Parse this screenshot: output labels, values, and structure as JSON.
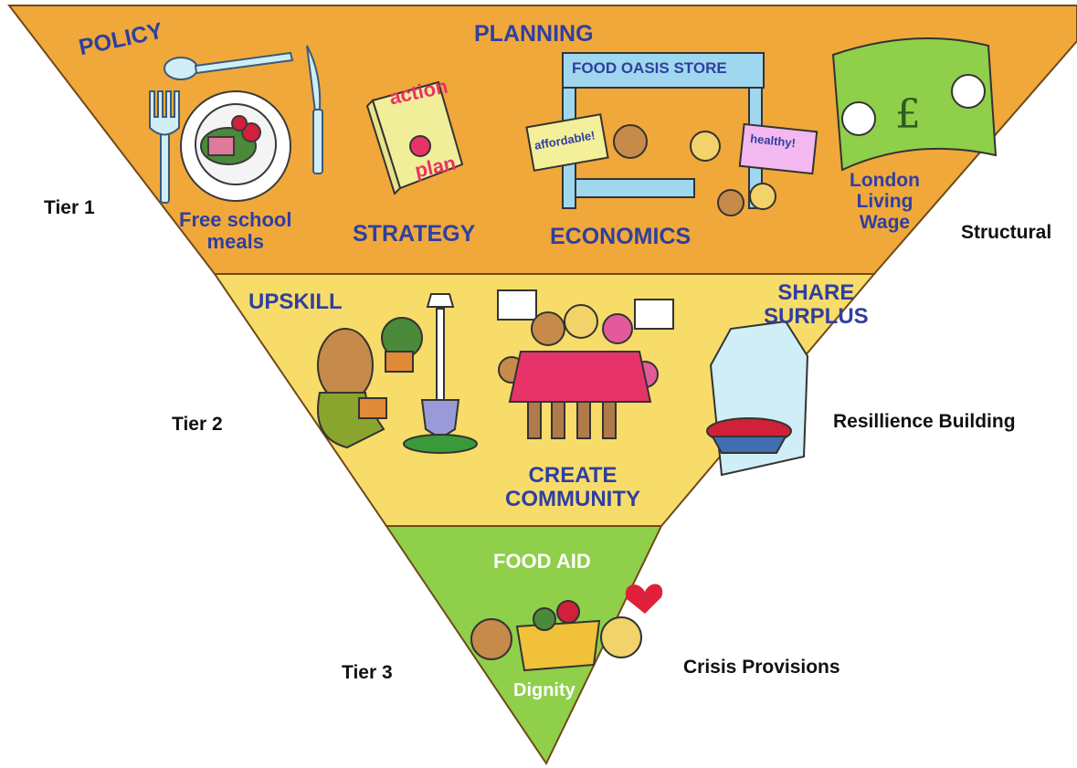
{
  "colors": {
    "tier1": "#f0a83a",
    "tier2": "#f7dc6a",
    "tier3": "#8fcf4a",
    "heading_text": "#2f3fa0",
    "outline": "#6f4a1a"
  },
  "tier1": {
    "side_label": "Tier 1",
    "category": "Structural",
    "headings": {
      "policy": "POLICY",
      "planning": "PLANNING",
      "strategy": "STRATEGY",
      "economics": "ECONOMICS"
    },
    "free_school_meals": [
      "Free school",
      "meals"
    ],
    "book_words": {
      "action": "action",
      "plan": "plan"
    },
    "store": {
      "sign": "FOOD OASIS STORE",
      "affordable": "affordable!",
      "healthy": "healthy!"
    },
    "wage": [
      "London",
      "Living",
      "Wage"
    ],
    "icons": [
      "fork-icon",
      "spoon-icon",
      "knife-icon",
      "plate-icon",
      "book-icon",
      "store-icon",
      "banknote-icon"
    ]
  },
  "tier2": {
    "side_label": "Tier 2",
    "category": "Resillience Building",
    "headings": {
      "upskill": "UPSKILL",
      "share_surplus": [
        "SHARE",
        "SURPLUS"
      ],
      "create_community": [
        "CREATE",
        "COMMUNITY"
      ]
    },
    "icons": [
      "gardener-icon",
      "spade-icon",
      "community-table-icon",
      "greenhouse-icon"
    ]
  },
  "tier3": {
    "side_label": "Tier 3",
    "category": "Crisis Provisions",
    "headings": {
      "food_aid": "FOOD AID",
      "dignity": "Dignity"
    },
    "icons": [
      "food-box-icon",
      "heart-icon"
    ]
  }
}
